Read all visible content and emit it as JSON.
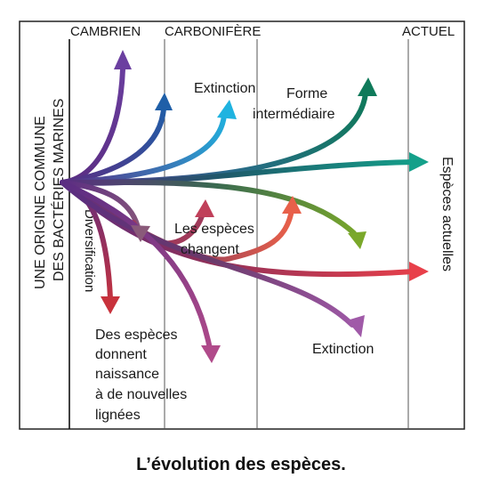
{
  "eras": {
    "cambrian": "CAMBRIEN",
    "carboniferous": "CARBONIFÈRE",
    "present": "ACTUEL"
  },
  "origin_label": [
    "UNE ORIGINE COMMUNE",
    "DES BACTÉRIES MARINES"
  ],
  "diversification": "Diversification",
  "extinction_top": "Extinction",
  "intermediate": [
    "Forme",
    "intermédiaire"
  ],
  "species_change": [
    "Les espèces",
    "changent"
  ],
  "extinction_bottom": "Extinction",
  "new_lineages": [
    "Des espèces",
    "donnent",
    "naissance",
    "à de nouvelles",
    "lignées"
  ],
  "current_species": "Espèces actuelles",
  "caption": "L’évolution des espèces.",
  "colors": {
    "origin": "#5a2d82",
    "violet": "#6b3fa0",
    "blue": "#1f5fa8",
    "cyan": "#1fb3e0",
    "dark_green": "#0f7a5a",
    "teal": "#14a08a",
    "olive_green": "#7aa82a",
    "mauve": "#8a5a7a",
    "red": "#c8323c",
    "orange_red": "#e8604a",
    "bright_red": "#e8404a",
    "purple_pink": "#a05aa8",
    "magenta": "#b04a8a"
  }
}
